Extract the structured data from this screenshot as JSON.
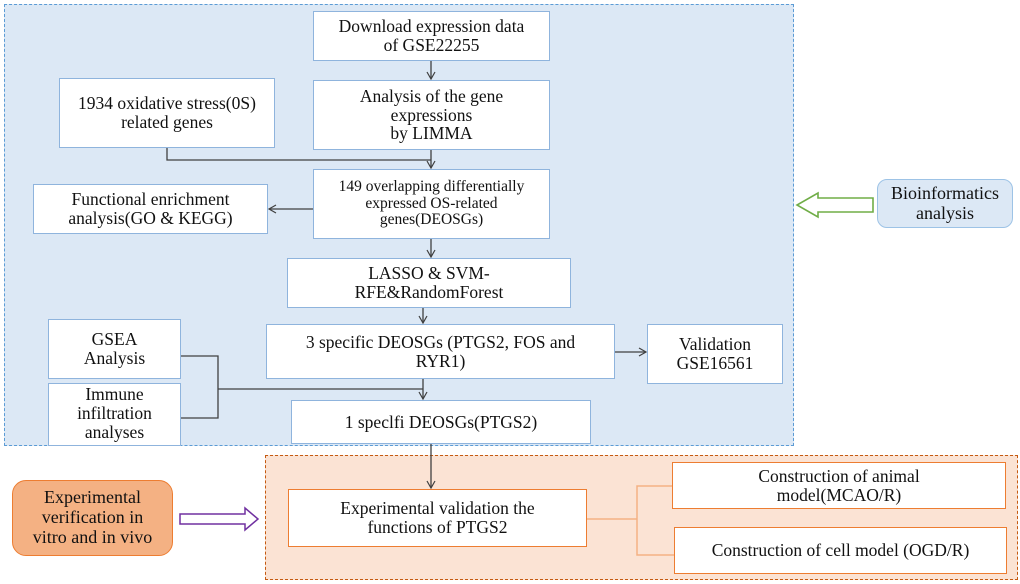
{
  "diagram": {
    "regions": {
      "bioinformatics": {
        "name": "bioinformatics-region"
      },
      "experimental": {
        "name": "experimental-region"
      }
    },
    "nodes": {
      "download": "Download expression data\nof GSE22255",
      "limma": "Analysis of the gene\nexpressions\nby LIMMA",
      "os_genes": "1934 oxidative stress(0S)\nrelated genes",
      "deosgs": "149 overlapping differentially\nexpressed OS-related\ngenes(DEOSGs)",
      "enrichment": "Functional enrichment\nanalysis(GO & KEGG)",
      "ml": "LASSO & SVM-\nRFE&RandomForest",
      "three_specific": "3 specific DEOSGs (PTGS2, FOS and\nRYR1)",
      "validation": "Validation\nGSE16561",
      "gsea": "GSEA\nAnalysis",
      "immune": "Immune\ninfiltration\nanalyses",
      "one_specific": "1 speclfi DEOSGs(PTGS2)",
      "exp_validation": "Experimental validation the\nfunctions of PTGS2",
      "animal_model": "Construction of animal\nmodel(MCAO/R)",
      "cell_model": "Construction of cell model (OGD/R)"
    },
    "side_labels": {
      "bioinformatics": "Bioinformatics\nanalysis",
      "experimental": "Experimental\nverification in\nvitro and in vivo"
    },
    "colors": {
      "blue_region_fill": "#dce8f5",
      "blue_border": "#5b9bd5",
      "orange_region_fill": "#fbe3d4",
      "orange_border": "#ed7d31",
      "experimental_label_fill": "#f4b183",
      "green_arrow": "#70ad47",
      "purple_arrow": "#7030a0",
      "connector": "#404040"
    }
  }
}
